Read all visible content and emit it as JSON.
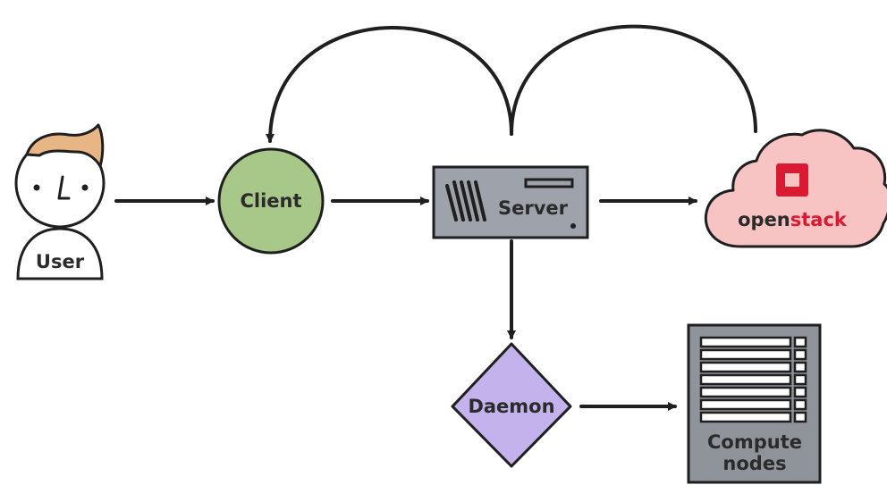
{
  "colors": {
    "outline": "#1f1f1f",
    "client_fill": "#a8c88a",
    "server_fill": "#9ea2ab",
    "cloud_fill": "#f7c3c3",
    "openstack_red": "#da1a32",
    "daemon_fill": "#c4b2ec",
    "compute_fill": "#8f939a",
    "user_hair": "#e8b585"
  },
  "nodes": {
    "user": {
      "label": "User",
      "icon": "person-icon"
    },
    "client": {
      "label": "Client"
    },
    "server": {
      "label": "Server",
      "icon": "server-icon"
    },
    "openstack": {
      "label_prefix": "open",
      "label_suffix": "stack",
      "icon": "openstack-logo"
    },
    "daemon": {
      "label": "Daemon"
    },
    "compute": {
      "label_line1": "Compute",
      "label_line2": "nodes",
      "icon": "server-rack-icon"
    }
  },
  "edges": [
    {
      "from": "user",
      "to": "client"
    },
    {
      "from": "client",
      "to": "server"
    },
    {
      "from": "server",
      "to": "openstack"
    },
    {
      "from": "server",
      "to": "daemon"
    },
    {
      "from": "daemon",
      "to": "compute"
    },
    {
      "from": "server",
      "to": "client"
    },
    {
      "from": "openstack",
      "to": "server"
    }
  ]
}
